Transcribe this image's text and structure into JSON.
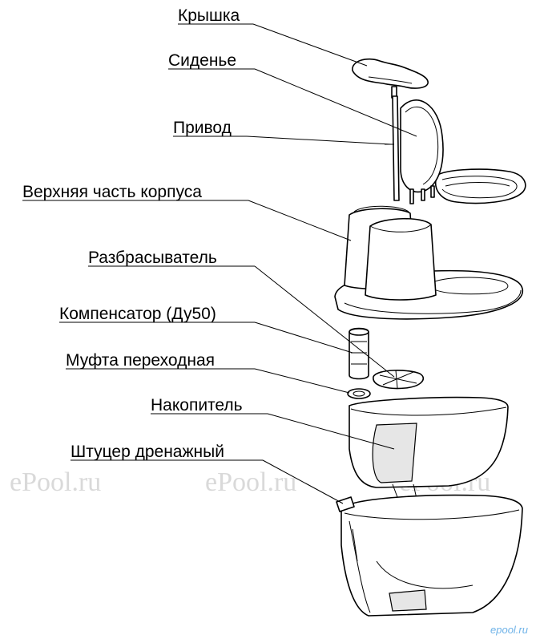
{
  "labels": {
    "cover": "Крышка",
    "seat": "Сиденье",
    "drive": "Привод",
    "upper_body": "Верхняя часть корпуса",
    "spreader": "Разбрасыватель",
    "compensator": "Компенсатор (Ду50)",
    "coupling": "Муфта переходная",
    "tank": "Накопитель",
    "drain": "Штуцер дренажный"
  },
  "watermarks": {
    "left": "ePool.ru",
    "center": "ePool.ru",
    "right": "ePool.ru",
    "corner": "epool.ru"
  },
  "colors": {
    "line": "#000000",
    "watermark": "#d9d9d9",
    "corner_watermark": "#6fb3e8"
  }
}
